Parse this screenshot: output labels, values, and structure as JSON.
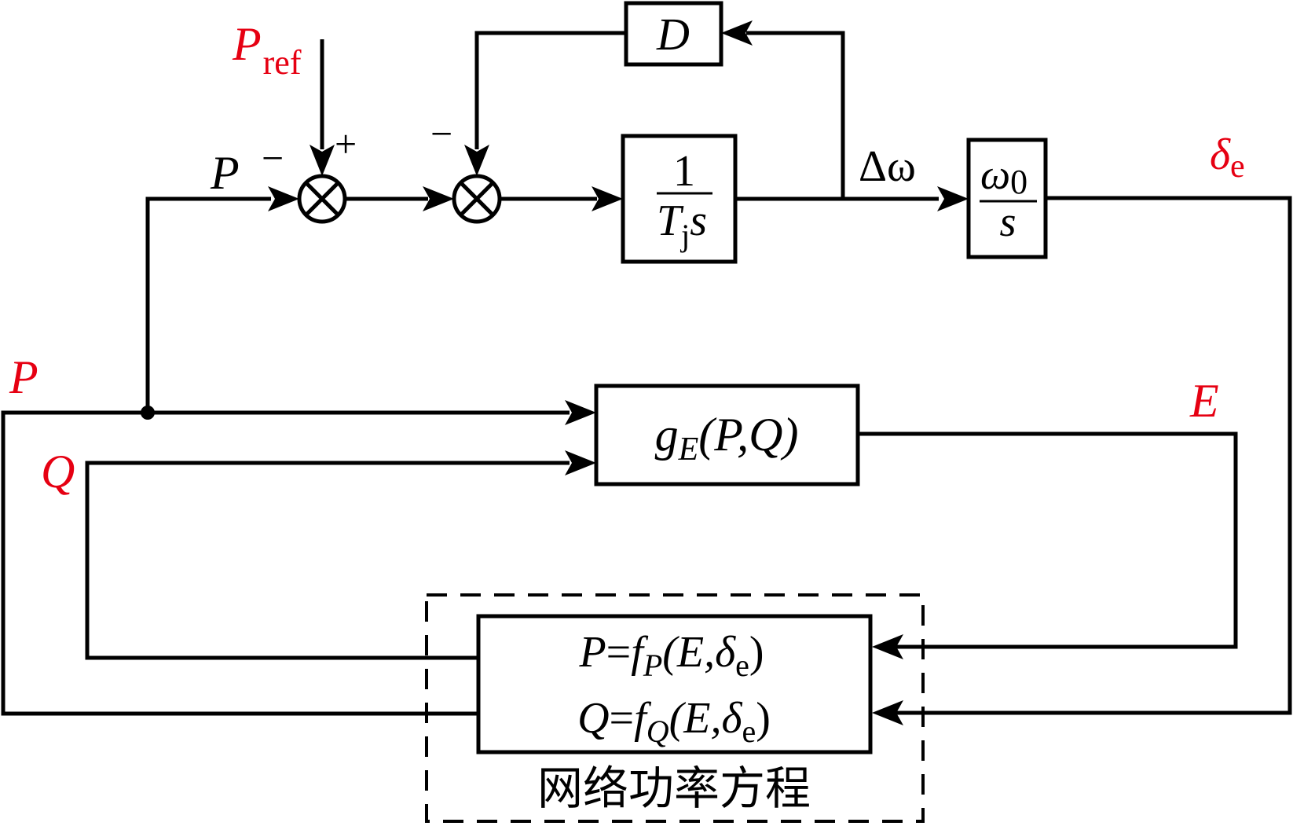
{
  "diagram": {
    "type": "control-block-diagram",
    "colors": {
      "line": "#000000",
      "signal_label": "#e60012"
    },
    "signals": {
      "p_ref": {
        "main": "P",
        "sub": "ref"
      },
      "p_feedback_top": "P",
      "p_left": "P",
      "q_left": "Q",
      "delta_omega": "Δω",
      "delta_e": {
        "main": "δ",
        "sub": "e"
      },
      "e_right": "E"
    },
    "sum1": {
      "signs": {
        "top": "+",
        "left": "−"
      }
    },
    "sum2": {
      "signs": {
        "top": "−"
      }
    },
    "blocks": {
      "damping": {
        "label": "D"
      },
      "inertia": {
        "numerator": "1",
        "denominator_main": "T",
        "denominator_sub": "j",
        "denominator_tail": "s"
      },
      "integrator": {
        "numerator_main": "ω",
        "numerator_sub": "0",
        "denominator": "s"
      },
      "voltage_fn": {
        "fn": "g",
        "sub": "E",
        "args": "(P,Q)"
      },
      "network": {
        "eq1": {
          "lhs": "P",
          "eq": "=",
          "fn": "f",
          "sub": "P",
          "args_open": "(E,",
          "delta": "δ",
          "delta_sub": "e",
          "close": ")"
        },
        "eq2": {
          "lhs": "Q",
          "eq": "=",
          "fn": "f",
          "sub": "Q",
          "args_open": "(E,",
          "delta": "δ",
          "delta_sub": "e",
          "close": ")"
        },
        "group_label": "网络功率方程"
      }
    }
  }
}
